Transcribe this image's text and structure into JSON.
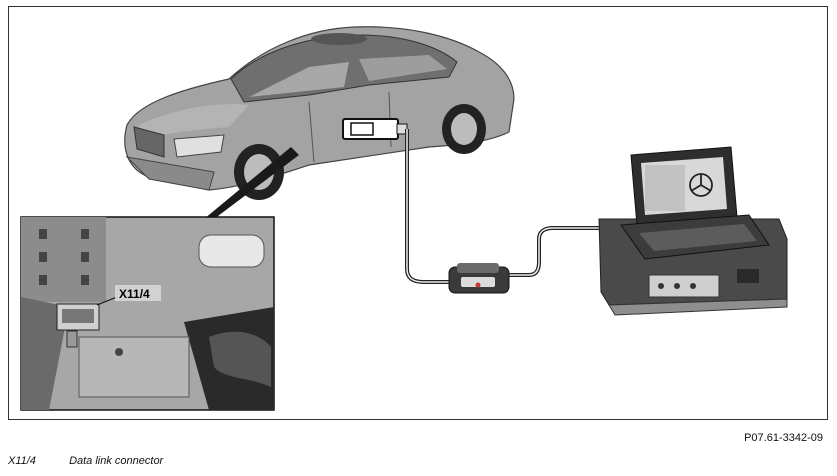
{
  "inset": {
    "connector_label": "X11/4"
  },
  "figure_ref": "P07.61-3342-09",
  "legend": [
    {
      "code": "X11/4",
      "description": "Data link connector"
    }
  ],
  "colors": {
    "border": "#333333",
    "car_body": "#9a9a9a",
    "dark": "#2a2a2a",
    "inset_bg": "#a7a7a7"
  }
}
